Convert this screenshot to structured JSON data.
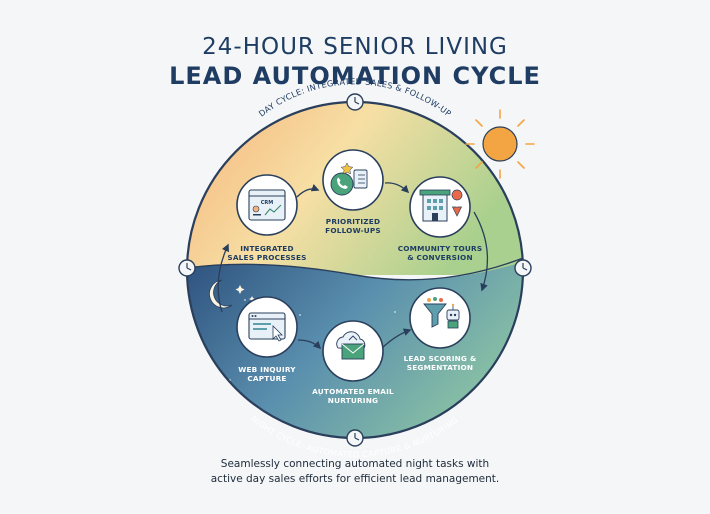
{
  "title": {
    "line1": "24-HOUR SENIOR LIVING",
    "line2": "LEAD AUTOMATION CYCLE"
  },
  "day_cycle": {
    "label": "DAY CYCLE: INTEGRATED SALES & FOLLOW-UP",
    "steps": [
      {
        "label_line1": "INTEGRATED",
        "label_line2": "SALES PROCESSES",
        "icon": "crm-dashboard-icon",
        "icon_text": "CRM"
      },
      {
        "label_line1": "PRIORITIZED",
        "label_line2": "FOLLOW-UPS",
        "icon": "phone-checklist-icon"
      },
      {
        "label_line1": "COMMUNITY TOURS",
        "label_line2": "& CONVERSION",
        "icon": "building-location-icon"
      }
    ]
  },
  "night_cycle": {
    "label": "NIGHT CYCLE: AUTOMATED CAPTURE & NURTURING",
    "steps": [
      {
        "label_line1": "WEB INQUIRY",
        "label_line2": "CAPTURE",
        "icon": "web-cursor-icon"
      },
      {
        "label_line1": "AUTOMATED EMAIL",
        "label_line2": "NURTURING",
        "icon": "cloud-email-icon"
      },
      {
        "label_line1": "LEAD SCORING &",
        "label_line2": "SEGMENTATION",
        "icon": "funnel-robot-icon"
      }
    ]
  },
  "caption": {
    "line1": "Seamlessly connecting automated night tasks with",
    "line2": "active day sales efforts for efficient lead management."
  },
  "colors": {
    "title": "#1f3d63",
    "day_warm": "#f4b27a",
    "day_light": "#f7dfa4",
    "day_green": "#a9d08e",
    "night_deep": "#2c4f7c",
    "night_teal": "#5f9eab",
    "night_green": "#8cc4a4",
    "sun": "#f3a544",
    "moon": "#fbf5e2"
  }
}
